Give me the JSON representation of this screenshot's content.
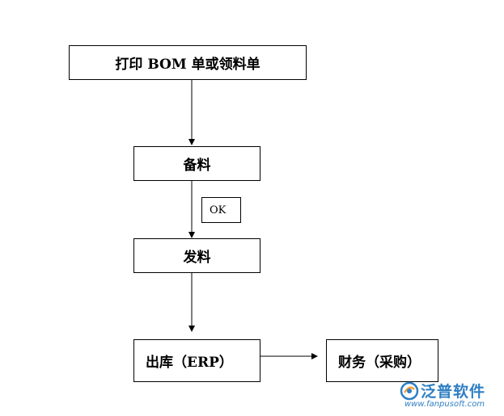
{
  "nodes": {
    "print": "打印 BOM 单或领料单",
    "prepare": "备料",
    "ok": "OK",
    "issue": "发料",
    "outbound": "出库（ERP）",
    "finance": "财务（采购）"
  },
  "watermark": {
    "brand": "泛普软件",
    "url": "www.fanpusoft.com"
  },
  "colors": {
    "line": "#000000",
    "watermark": "#2f7fc4"
  }
}
